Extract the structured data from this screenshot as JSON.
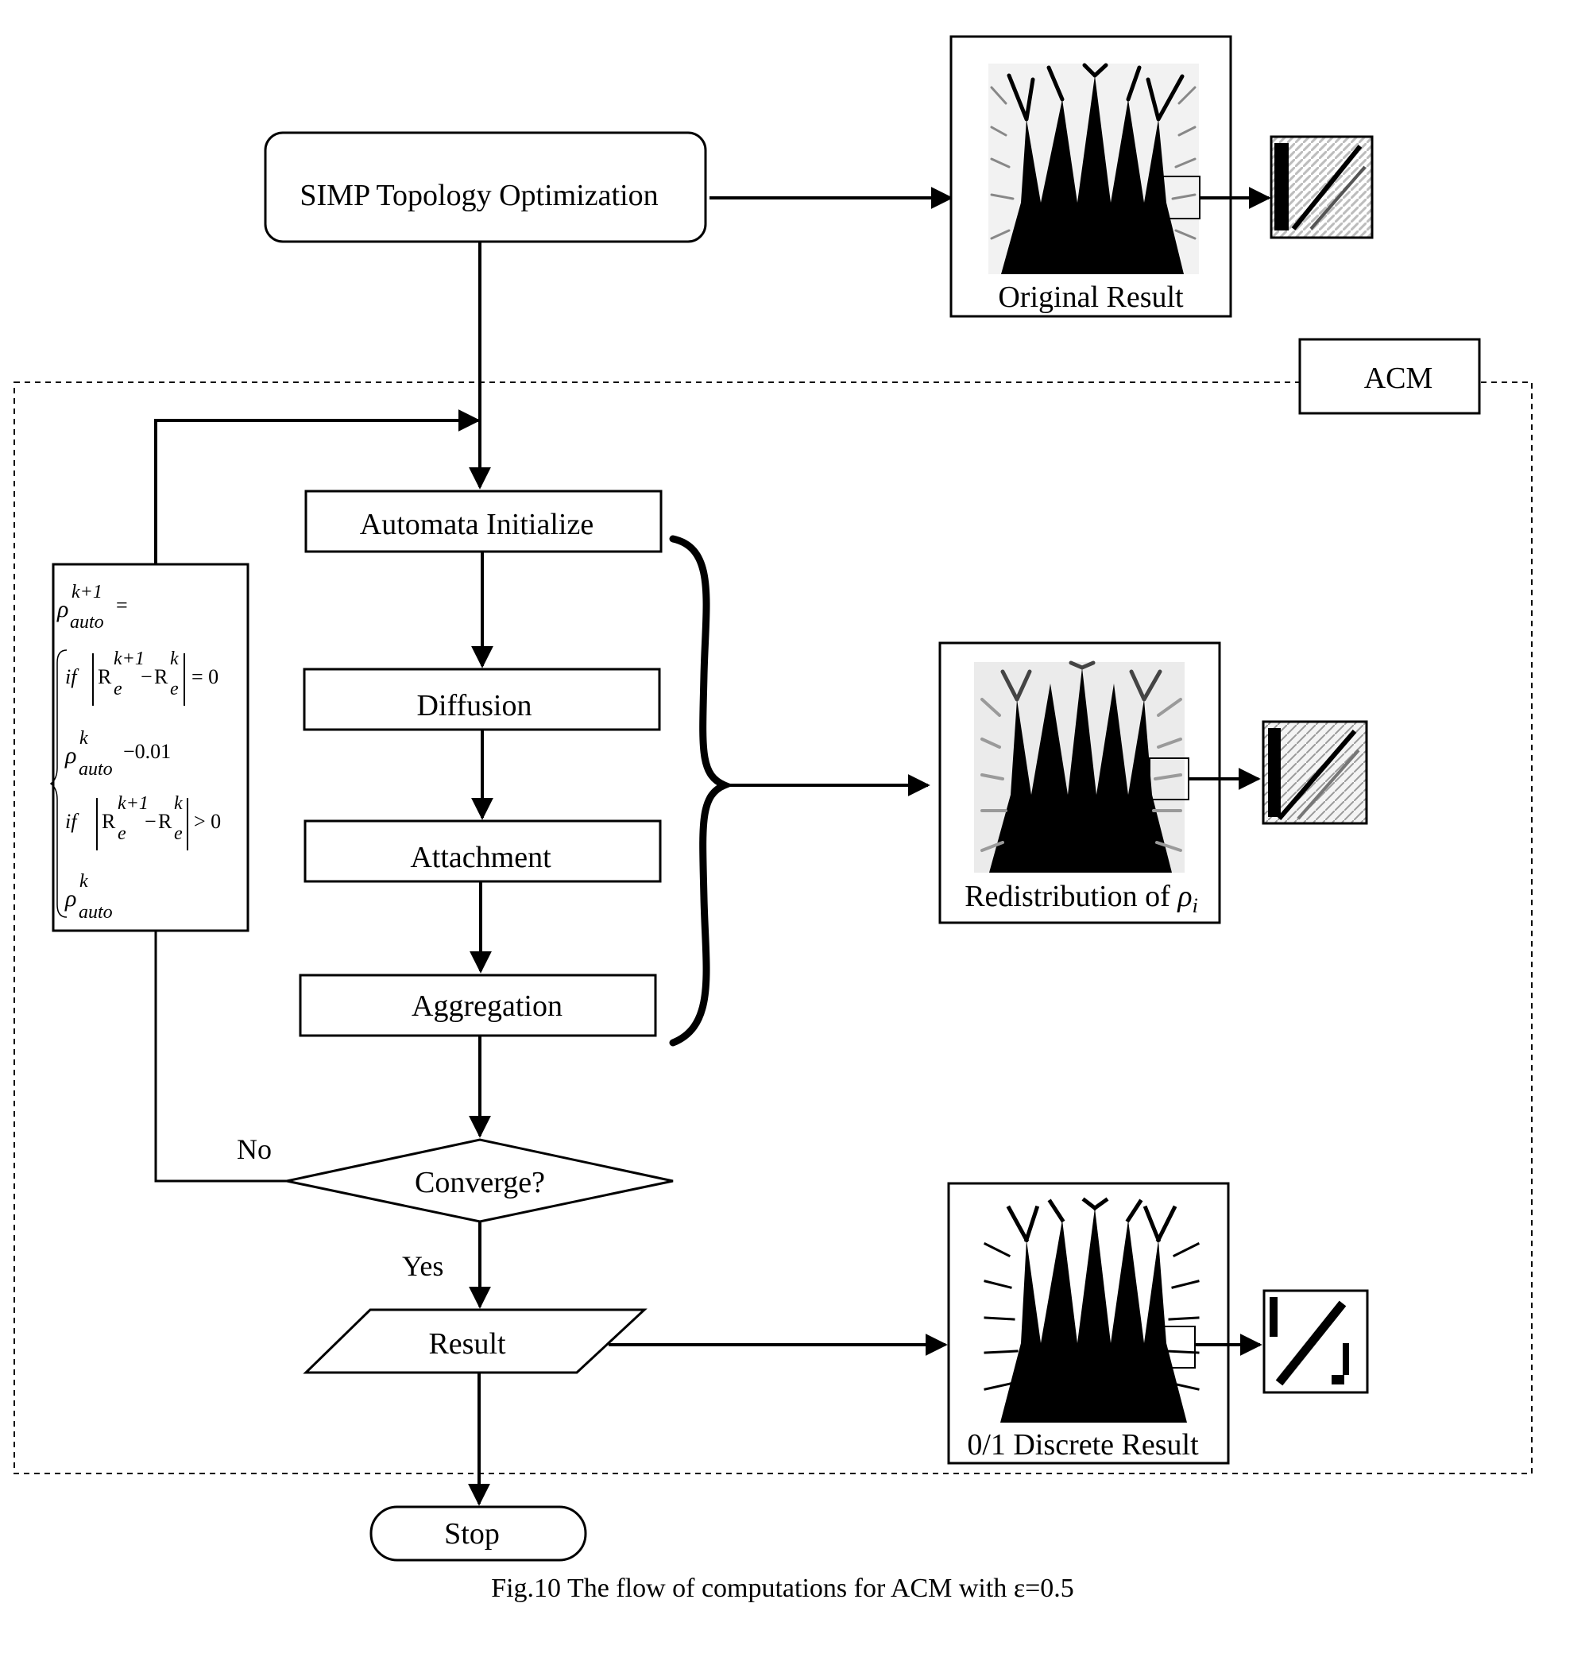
{
  "nodes": {
    "simp": "SIMP Topology Optimization",
    "acm": "ACM",
    "automata_init": "Automata Initialize",
    "diffusion": "Diffusion",
    "attachment": "Attachment",
    "aggregation": "Aggregation",
    "converge": "Converge?",
    "result": "Result",
    "stop": "Stop"
  },
  "edges": {
    "no": "No",
    "yes": "Yes"
  },
  "panels": {
    "original": "Original Result",
    "redistribution": "Redistribution of",
    "redistribution_symbol": "ρ",
    "redistribution_sub": "i",
    "discrete": "0/1 Discrete Result"
  },
  "formula": {
    "rho": "ρ",
    "R": "R",
    "auto": "auto",
    "kp1": "k+1",
    "k": "k",
    "e": "e",
    "if": "if",
    "minus": "−",
    "eq": "=",
    "eq0": "= 0",
    "gt0": "> 0",
    "minus001": "−0.01"
  },
  "caption": "Fig.10 The flow of computations for ACM with ε=0.5"
}
